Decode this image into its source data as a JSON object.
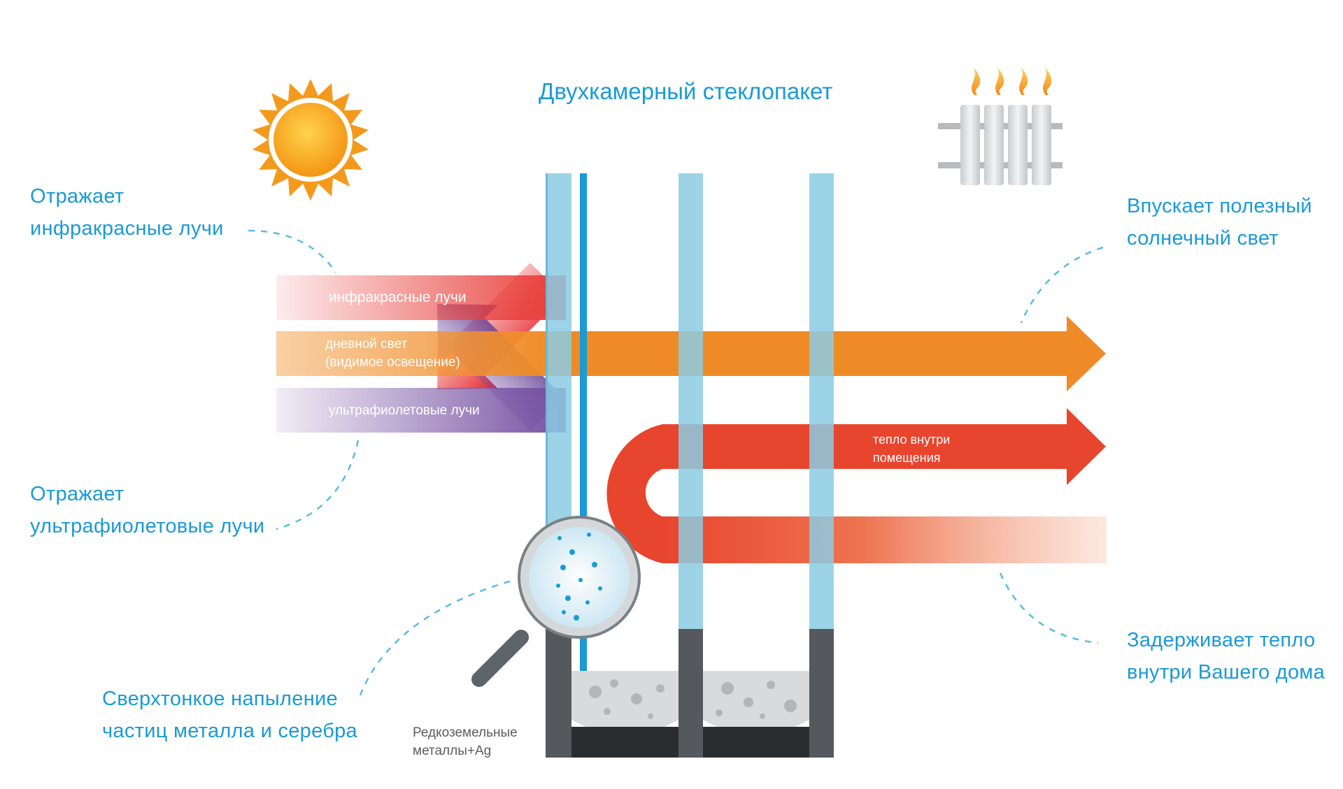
{
  "title": "Двухкамерный стеклопакет",
  "labels": {
    "reflect_ir": [
      "Отражает",
      "инфракрасные лучи"
    ],
    "reflect_uv": [
      "Отражает",
      "ультрафиолетовые лучи"
    ],
    "coating": [
      "Сверхтонкое напыление",
      "частиц металла и серебра"
    ],
    "admits_light": [
      "Впускает полезный",
      "солнечный свет"
    ],
    "retains_heat": [
      "Задерживает тепло",
      "внутри Вашего дома"
    ]
  },
  "bands": {
    "infrared": "инфракрасные лучи",
    "daylight": [
      "дневной свет",
      "(видимое освещение)"
    ],
    "ultraviolet": "ультрафиолетовые лучи",
    "heat_inside": [
      "тепло внутри",
      "помещения"
    ]
  },
  "note": [
    "Редкоземельные",
    "металлы+Ag"
  ],
  "icons": [
    "sun-icon",
    "radiator-icon",
    "magnifier-icon"
  ],
  "colors": {
    "accent": "#1a9ad6",
    "infrared": "#e8413d",
    "daylight": "#ef8b26",
    "ultraviolet": "#7651a2",
    "heat": "#e8452e",
    "glass": "#8ccbe3",
    "spacer": "#55585c"
  }
}
